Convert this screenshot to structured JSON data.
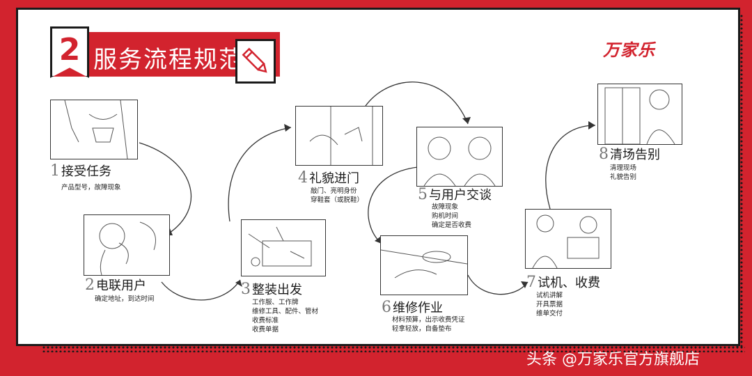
{
  "header": {
    "number": "2",
    "title": "服务流程规范",
    "brand": "万家乐"
  },
  "steps": [
    {
      "num": "1",
      "title": "接受任务",
      "desc": [
        "产品型号，故障现象"
      ]
    },
    {
      "num": "2",
      "title": "电联用户",
      "desc": [
        "确定地址，到达时间"
      ]
    },
    {
      "num": "3",
      "title": "整装出发",
      "desc": [
        "工作服、工作牌",
        "维修工具、配件、管材",
        "收费标准",
        "收费单据"
      ]
    },
    {
      "num": "4",
      "title": "礼貌进门",
      "desc": [
        "敲门、亮明身份",
        "穿鞋套（或脱鞋）"
      ]
    },
    {
      "num": "5",
      "title": "与用户交谈",
      "desc": [
        "故障现象",
        "购机时间",
        "确定是否收费"
      ]
    },
    {
      "num": "6",
      "title": "维修作业",
      "desc": [
        "材料预算，出示收费凭证",
        "轻拿轻放，自备垫布"
      ]
    },
    {
      "num": "7",
      "title": "试机、收费",
      "desc": [
        "试机讲解",
        "开具票据",
        "维单交付"
      ]
    },
    {
      "num": "8",
      "title": "清场告别",
      "desc": [
        "清理现场",
        "礼貌告别"
      ]
    }
  ],
  "watermark": "头条 @万家乐官方旗舰店"
}
